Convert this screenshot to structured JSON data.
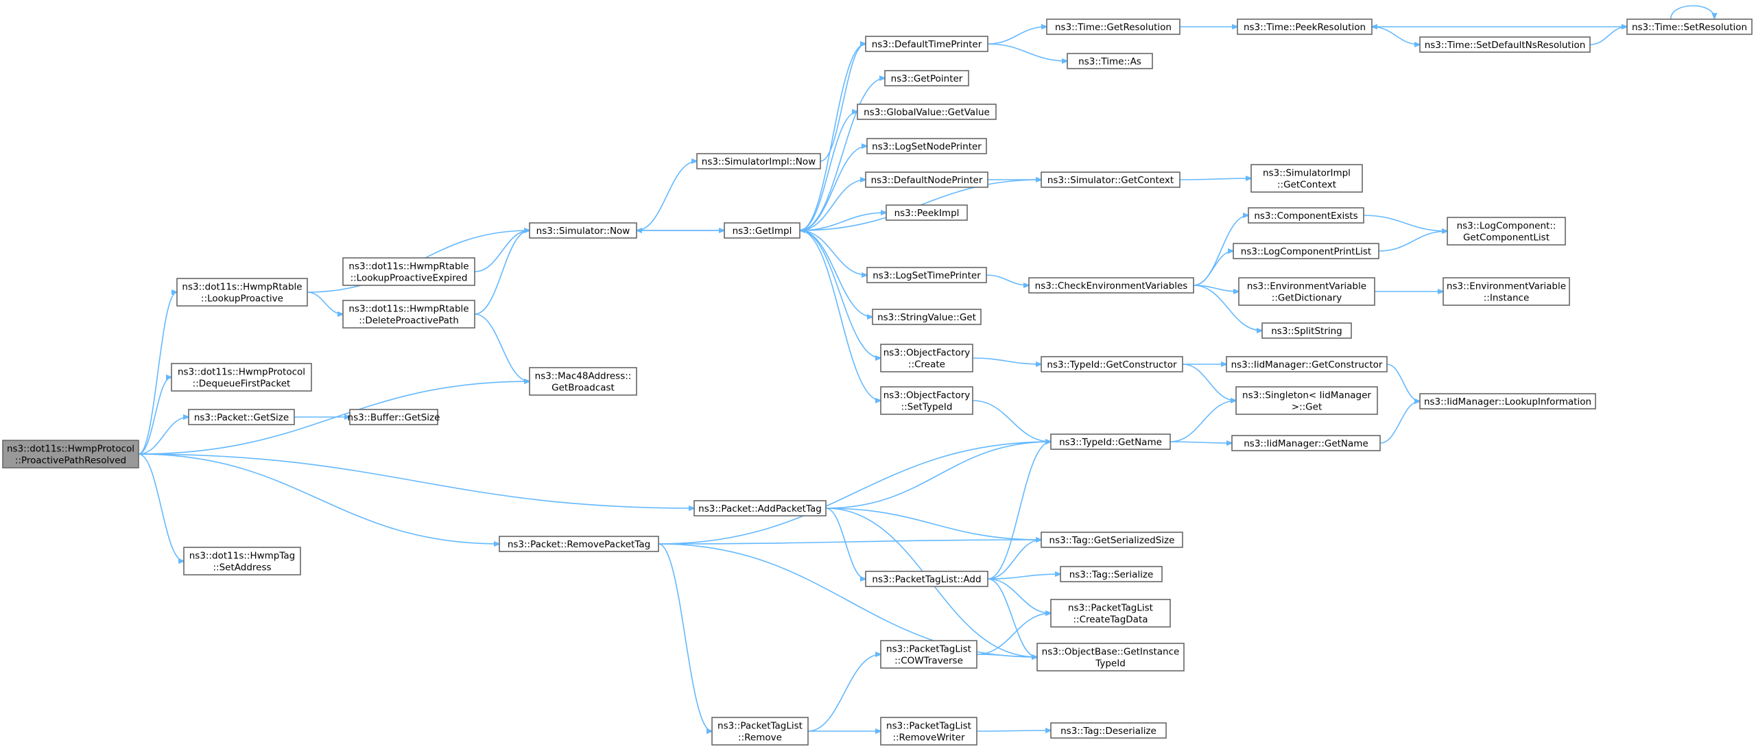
{
  "graph": {
    "title": "",
    "root": "proactive",
    "nodes": [
      {
        "id": "proactive",
        "lines": [
          "ns3::dot11s::HwmpProtocol",
          "::ProactivePathResolved"
        ],
        "root": true
      },
      {
        "id": "lookupProactive",
        "lines": [
          "ns3::dot11s::HwmpRtable",
          "::LookupProactive"
        ]
      },
      {
        "id": "dequeue",
        "lines": [
          "ns3::dot11s::HwmpProtocol",
          "::DequeueFirstPacket"
        ]
      },
      {
        "id": "packetGetSize",
        "lines": [
          "ns3::Packet::GetSize"
        ]
      },
      {
        "id": "hwmpTagSetAddress",
        "lines": [
          "ns3::dot11s::HwmpTag",
          "::SetAddress"
        ]
      },
      {
        "id": "lookupExpired",
        "lines": [
          "ns3::dot11s::HwmpRtable",
          "::LookupProactiveExpired"
        ]
      },
      {
        "id": "deleteProactive",
        "lines": [
          "ns3::dot11s::HwmpRtable",
          "::DeleteProactivePath"
        ]
      },
      {
        "id": "simNow",
        "lines": [
          "ns3::Simulator::Now"
        ]
      },
      {
        "id": "macBroadcast",
        "lines": [
          "ns3::Mac48Address::",
          "GetBroadcast"
        ]
      },
      {
        "id": "bufferGetSize",
        "lines": [
          "ns3::Buffer::GetSize"
        ]
      },
      {
        "id": "addPacketTag",
        "lines": [
          "ns3::Packet::AddPacketTag"
        ]
      },
      {
        "id": "removePacketTag",
        "lines": [
          "ns3::Packet::RemovePacketTag"
        ]
      },
      {
        "id": "simImplNow",
        "lines": [
          "ns3::SimulatorImpl::Now"
        ]
      },
      {
        "id": "getImpl",
        "lines": [
          "ns3::GetImpl"
        ]
      },
      {
        "id": "defaultTimePrinter",
        "lines": [
          "ns3::DefaultTimePrinter"
        ]
      },
      {
        "id": "getPointer",
        "lines": [
          "ns3::GetPointer"
        ]
      },
      {
        "id": "globalGetValue",
        "lines": [
          "ns3::GlobalValue::GetValue"
        ]
      },
      {
        "id": "logSetNodePrinter",
        "lines": [
          "ns3::LogSetNodePrinter"
        ]
      },
      {
        "id": "defaultNodePrinter",
        "lines": [
          "ns3::DefaultNodePrinter"
        ]
      },
      {
        "id": "peekImpl",
        "lines": [
          "ns3::PeekImpl"
        ]
      },
      {
        "id": "logSetTimePrinter",
        "lines": [
          "ns3::LogSetTimePrinter"
        ]
      },
      {
        "id": "stringValueGet",
        "lines": [
          "ns3::StringValue::Get"
        ]
      },
      {
        "id": "objFactoryCreate",
        "lines": [
          "ns3::ObjectFactory",
          "::Create"
        ]
      },
      {
        "id": "objFactorySetTypeId",
        "lines": [
          "ns3::ObjectFactory",
          "::SetTypeId"
        ]
      },
      {
        "id": "timeGetResolution",
        "lines": [
          "ns3::Time::GetResolution"
        ]
      },
      {
        "id": "timeAs",
        "lines": [
          "ns3::Time::As"
        ]
      },
      {
        "id": "timePeekResolution",
        "lines": [
          "ns3::Time::PeekResolution"
        ]
      },
      {
        "id": "timeSetDefaultNs",
        "lines": [
          "ns3::Time::SetDefaultNsResolution"
        ]
      },
      {
        "id": "timeSetResolution",
        "lines": [
          "ns3::Time::SetResolution"
        ]
      },
      {
        "id": "simGetContext",
        "lines": [
          "ns3::Simulator::GetContext"
        ]
      },
      {
        "id": "simImplGetContext",
        "lines": [
          "ns3::SimulatorImpl",
          "::GetContext"
        ]
      },
      {
        "id": "checkEnvVars",
        "lines": [
          "ns3::CheckEnvironmentVariables"
        ]
      },
      {
        "id": "componentExists",
        "lines": [
          "ns3::ComponentExists"
        ]
      },
      {
        "id": "logComponentPrintList",
        "lines": [
          "ns3::LogComponentPrintList"
        ]
      },
      {
        "id": "envVarGetDict",
        "lines": [
          "ns3::EnvironmentVariable",
          "::GetDictionary"
        ]
      },
      {
        "id": "splitString",
        "lines": [
          "ns3::SplitString"
        ]
      },
      {
        "id": "getComponentList",
        "lines": [
          "ns3::LogComponent::",
          "GetComponentList"
        ]
      },
      {
        "id": "envVarInstance",
        "lines": [
          "ns3::EnvironmentVariable",
          "::Instance"
        ]
      },
      {
        "id": "typeIdGetConstructor",
        "lines": [
          "ns3::TypeId::GetConstructor"
        ]
      },
      {
        "id": "iidGetConstructor",
        "lines": [
          "ns3::IidManager::GetConstructor"
        ]
      },
      {
        "id": "singletonGet",
        "lines": [
          "ns3::Singleton< IidManager",
          " >::Get"
        ]
      },
      {
        "id": "iidLookupInfo",
        "lines": [
          "ns3::IidManager::LookupInformation"
        ]
      },
      {
        "id": "typeIdGetName",
        "lines": [
          "ns3::TypeId::GetName"
        ]
      },
      {
        "id": "iidGetName",
        "lines": [
          "ns3::IidManager::GetName"
        ]
      },
      {
        "id": "tagGetSerializedSize",
        "lines": [
          "ns3::Tag::GetSerializedSize"
        ]
      },
      {
        "id": "ptlAdd",
        "lines": [
          "ns3::PacketTagList::Add"
        ]
      },
      {
        "id": "tagSerialize",
        "lines": [
          "ns3::Tag::Serialize"
        ]
      },
      {
        "id": "ptlCreateTagData",
        "lines": [
          "ns3::PacketTagList",
          "::CreateTagData"
        ]
      },
      {
        "id": "ptlCowTraverse",
        "lines": [
          "ns3::PacketTagList",
          "::COWTraverse"
        ]
      },
      {
        "id": "objBaseGetInstanceTypeId",
        "lines": [
          "ns3::ObjectBase::GetInstance",
          "TypeId"
        ]
      },
      {
        "id": "ptlRemove",
        "lines": [
          "ns3::PacketTagList",
          "::Remove"
        ]
      },
      {
        "id": "ptlRemoveWriter",
        "lines": [
          "ns3::PacketTagList",
          "::RemoveWriter"
        ]
      },
      {
        "id": "tagDeserialize",
        "lines": [
          "ns3::Tag::Deserialize"
        ]
      }
    ],
    "edges": [
      [
        "proactive",
        "lookupProactive"
      ],
      [
        "proactive",
        "dequeue"
      ],
      [
        "proactive",
        "packetGetSize"
      ],
      [
        "proactive",
        "macBroadcast"
      ],
      [
        "proactive",
        "addPacketTag"
      ],
      [
        "proactive",
        "removePacketTag"
      ],
      [
        "proactive",
        "hwmpTagSetAddress"
      ],
      [
        "lookupProactive",
        "simNow"
      ],
      [
        "lookupProactive",
        "deleteProactive"
      ],
      [
        "lookupExpired",
        "simNow"
      ],
      [
        "deleteProactive",
        "simNow"
      ],
      [
        "deleteProactive",
        "macBroadcast"
      ],
      [
        "packetGetSize",
        "bufferGetSize"
      ],
      [
        "simNow",
        "simImplNow"
      ],
      [
        "simNow",
        "getImpl"
      ],
      [
        "simImplNow",
        "defaultTimePrinter"
      ],
      [
        "getImpl",
        "simNow"
      ],
      [
        "getImpl",
        "defaultTimePrinter"
      ],
      [
        "getImpl",
        "getPointer"
      ],
      [
        "getImpl",
        "globalGetValue"
      ],
      [
        "getImpl",
        "logSetNodePrinter"
      ],
      [
        "getImpl",
        "defaultNodePrinter"
      ],
      [
        "getImpl",
        "peekImpl"
      ],
      [
        "getImpl",
        "logSetTimePrinter"
      ],
      [
        "getImpl",
        "stringValueGet"
      ],
      [
        "getImpl",
        "objFactoryCreate"
      ],
      [
        "getImpl",
        "objFactorySetTypeId"
      ],
      [
        "defaultTimePrinter",
        "timeGetResolution"
      ],
      [
        "defaultTimePrinter",
        "timeAs"
      ],
      [
        "timeGetResolution",
        "timePeekResolution"
      ],
      [
        "timePeekResolution",
        "timeSetDefaultNs"
      ],
      [
        "timeSetDefaultNs",
        "timeSetResolution"
      ],
      [
        "timeSetResolution",
        "timePeekResolution"
      ],
      [
        "timeSetResolution",
        "timeSetResolution"
      ],
      [
        "defaultNodePrinter",
        "simGetContext"
      ],
      [
        "simGetContext",
        "simImplGetContext"
      ],
      [
        "simGetContext",
        "getImpl"
      ],
      [
        "logSetTimePrinter",
        "checkEnvVars"
      ],
      [
        "checkEnvVars",
        "componentExists"
      ],
      [
        "checkEnvVars",
        "logComponentPrintList"
      ],
      [
        "checkEnvVars",
        "envVarGetDict"
      ],
      [
        "checkEnvVars",
        "splitString"
      ],
      [
        "componentExists",
        "getComponentList"
      ],
      [
        "logComponentPrintList",
        "getComponentList"
      ],
      [
        "envVarGetDict",
        "envVarInstance"
      ],
      [
        "objFactoryCreate",
        "typeIdGetConstructor"
      ],
      [
        "typeIdGetConstructor",
        "iidGetConstructor"
      ],
      [
        "typeIdGetConstructor",
        "singletonGet"
      ],
      [
        "iidGetConstructor",
        "iidLookupInfo"
      ],
      [
        "objFactorySetTypeId",
        "typeIdGetName"
      ],
      [
        "typeIdGetName",
        "singletonGet"
      ],
      [
        "typeIdGetName",
        "iidGetName"
      ],
      [
        "iidGetName",
        "iidLookupInfo"
      ],
      [
        "addPacketTag",
        "typeIdGetName"
      ],
      [
        "addPacketTag",
        "tagGetSerializedSize"
      ],
      [
        "addPacketTag",
        "ptlAdd"
      ],
      [
        "addPacketTag",
        "objBaseGetInstanceTypeId"
      ],
      [
        "removePacketTag",
        "typeIdGetName"
      ],
      [
        "removePacketTag",
        "tagGetSerializedSize"
      ],
      [
        "removePacketTag",
        "ptlRemove"
      ],
      [
        "removePacketTag",
        "objBaseGetInstanceTypeId"
      ],
      [
        "ptlAdd",
        "typeIdGetName"
      ],
      [
        "ptlAdd",
        "tagGetSerializedSize"
      ],
      [
        "ptlAdd",
        "tagSerialize"
      ],
      [
        "ptlAdd",
        "ptlCreateTagData"
      ],
      [
        "ptlAdd",
        "objBaseGetInstanceTypeId"
      ],
      [
        "ptlCowTraverse",
        "ptlCreateTagData"
      ],
      [
        "ptlCowTraverse",
        "objBaseGetInstanceTypeId"
      ],
      [
        "ptlRemove",
        "ptlCowTraverse"
      ],
      [
        "ptlRemove",
        "ptlRemoveWriter"
      ],
      [
        "ptlRemoveWriter",
        "tagDeserialize"
      ]
    ]
  }
}
